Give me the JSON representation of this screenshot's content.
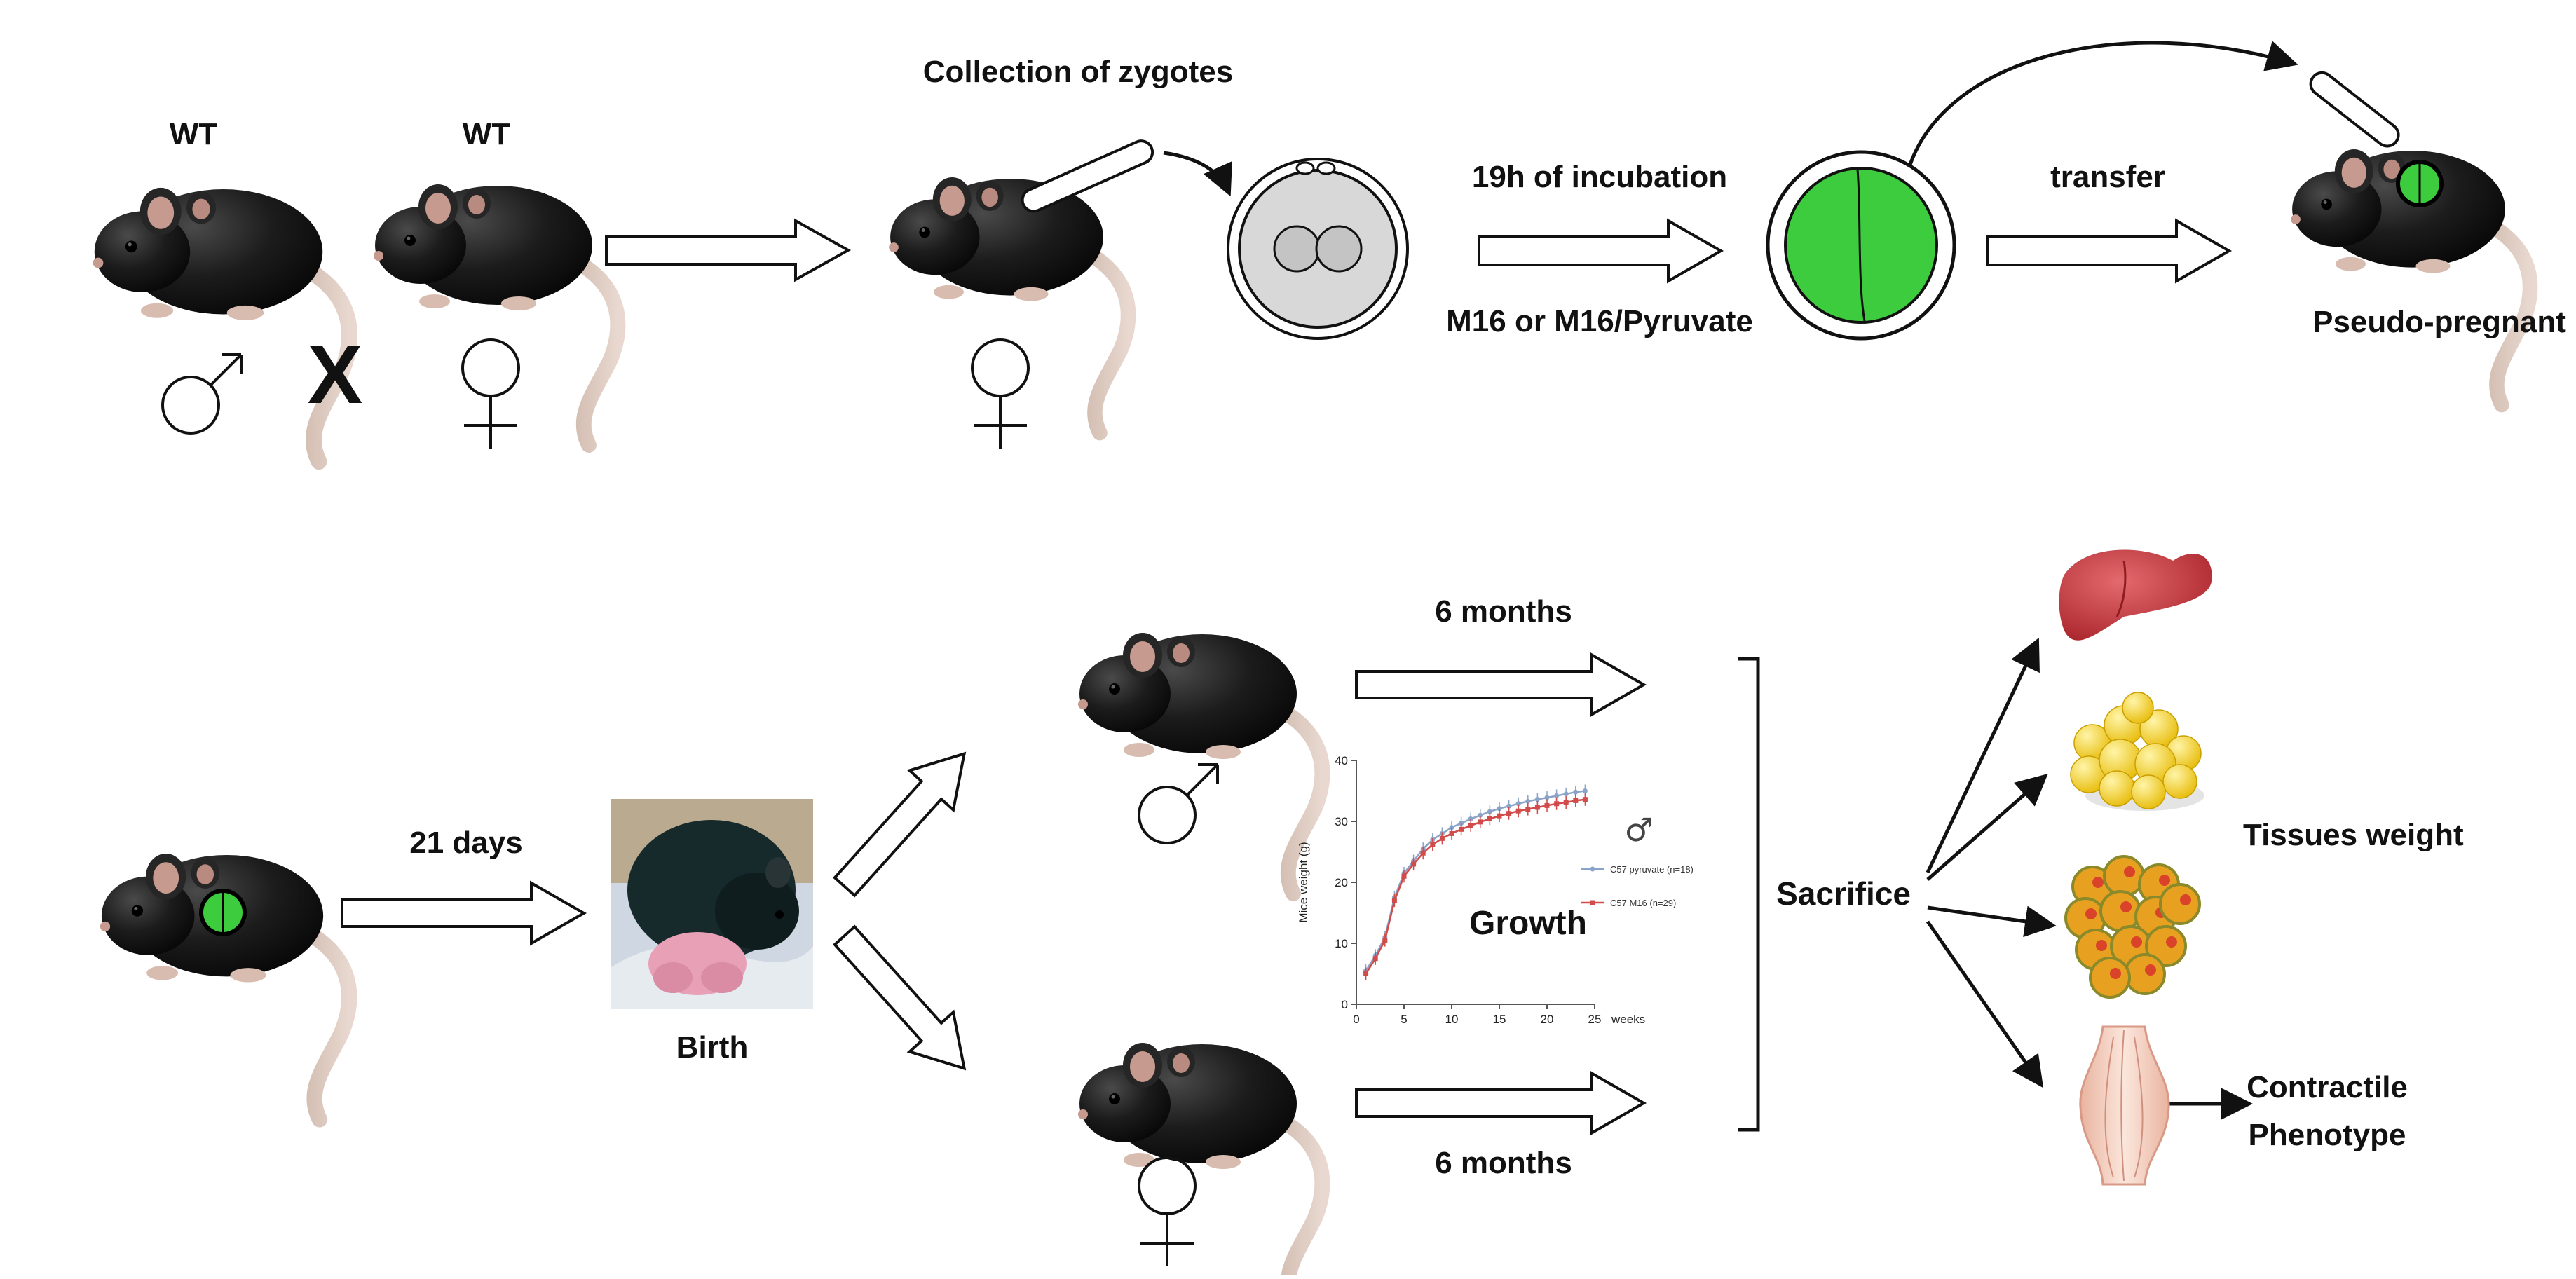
{
  "labels": {
    "wt_male": "WT",
    "wt_female": "WT",
    "cross": "X",
    "collection": "Collection of zygotes",
    "incubation": "19h of incubation",
    "media": "M16 or M16/Pyruvate",
    "transfer": "transfer",
    "pseudo": "Pseudo-pregnant",
    "days21": "21 days",
    "birth": "Birth",
    "months_top": "6 months",
    "months_bottom": "6 months",
    "growth": "Growth",
    "sacrifice": "Sacrifice",
    "tissues": "Tissues weight",
    "contractile": "Contractile\nPhenotype"
  },
  "symbols": {
    "male": "male-symbol",
    "female": "female-symbol"
  },
  "colors": {
    "mouse": "#1a1a1a",
    "embryo_green": "#3dcc3d",
    "liver": "#c8343a",
    "fat": "#f5d21e",
    "adipocyte": "#e8a020",
    "muscle": "#f1c9b6",
    "pup_pink": "#e7a0b5"
  },
  "chart_data": {
    "type": "line",
    "ylabel": "Mice weight (g)",
    "xlabel": "weeks",
    "x_ticks": [
      0,
      5,
      10,
      15,
      20,
      25
    ],
    "y_ticks": [
      0,
      10,
      20,
      30,
      40
    ],
    "xlim": [
      0,
      25
    ],
    "ylim": [
      0,
      40
    ],
    "sex_symbol": "♂",
    "legend_position": "right",
    "series": [
      {
        "name": "C57 pyruvate (n=18)",
        "color": "#8aa3c8",
        "x": [
          1,
          2,
          3,
          4,
          5,
          6,
          7,
          8,
          9,
          10,
          11,
          12,
          13,
          14,
          15,
          16,
          17,
          18,
          19,
          20,
          21,
          22,
          23,
          24
        ],
        "y": [
          5.5,
          8,
          11,
          17.5,
          21.5,
          23.5,
          25.5,
          27,
          28,
          29,
          29.7,
          30.4,
          31,
          31.6,
          32.1,
          32.5,
          32.9,
          33.3,
          33.6,
          33.9,
          34.2,
          34.5,
          34.8,
          35
        ]
      },
      {
        "name": "C57 M16 (n=29)",
        "color": "#d24b4b",
        "x": [
          1,
          2,
          3,
          4,
          5,
          6,
          7,
          8,
          9,
          10,
          11,
          12,
          13,
          14,
          15,
          16,
          17,
          18,
          19,
          20,
          21,
          22,
          23,
          24
        ],
        "y": [
          5,
          7.5,
          10.5,
          17,
          21,
          23,
          24.8,
          26.2,
          27.2,
          28,
          28.7,
          29.3,
          29.9,
          30.4,
          30.9,
          31.3,
          31.7,
          32,
          32.3,
          32.6,
          32.9,
          33.1,
          33.4,
          33.6
        ]
      }
    ]
  }
}
